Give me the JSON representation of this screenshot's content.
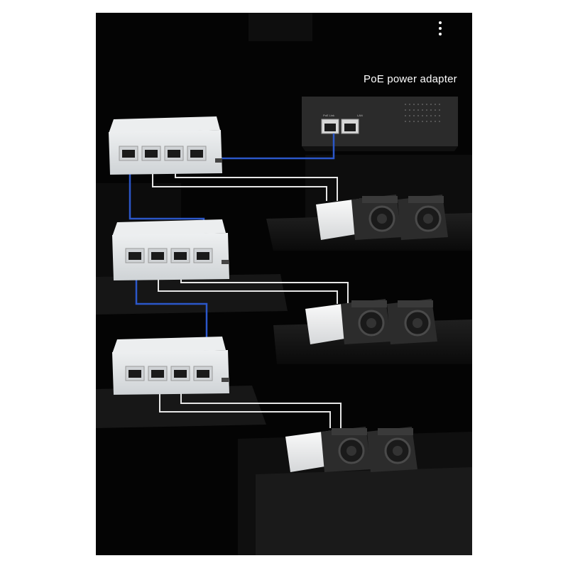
{
  "menu": {
    "icon": "more-vertical-icon"
  },
  "adapter": {
    "label": "PoE power adapter",
    "port_labels": [
      "PoE Link",
      "LAN"
    ]
  },
  "colors": {
    "background": "#040404",
    "cable_uplink": "#2b57c9",
    "cable_camera": "#e6e6e6",
    "switch_body": "#dfe2e4",
    "adapter_body": "#2b2b2b"
  }
}
